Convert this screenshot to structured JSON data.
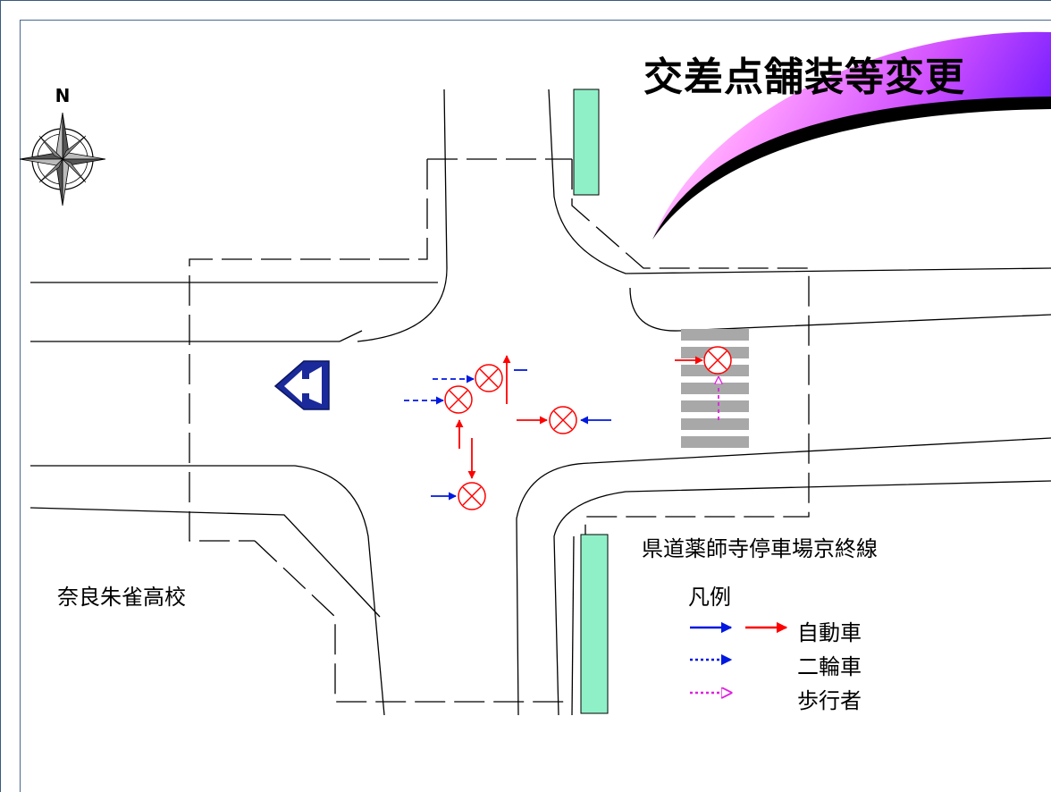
{
  "title": "交差点舗装等変更",
  "labels": {
    "school": "奈良朱雀高校",
    "route": "県道薬師寺停車場京終線",
    "north": "N"
  },
  "legend": {
    "title": "凡例",
    "items": [
      {
        "label": "自動車",
        "symbol": "solid-arrow-blue-red"
      },
      {
        "label": "二輪車",
        "symbol": "dotted-arrow-blue"
      },
      {
        "label": "歩行者",
        "symbol": "dotted-arrow-magenta"
      }
    ]
  },
  "colors": {
    "car_blue": "#0018e0",
    "car_red": "#ff0000",
    "pedestrian": "#e020e0",
    "island": "#8ff0c8",
    "crosswalk": "#a8a8a8",
    "sign": "#1a2a9a",
    "banner_gradient": [
      "#7a20ff",
      "#ff60ff",
      "#ffffff"
    ]
  },
  "icons": [
    "compass-rose-icon",
    "conflict-point-icon",
    "direction-sign-icon"
  ]
}
